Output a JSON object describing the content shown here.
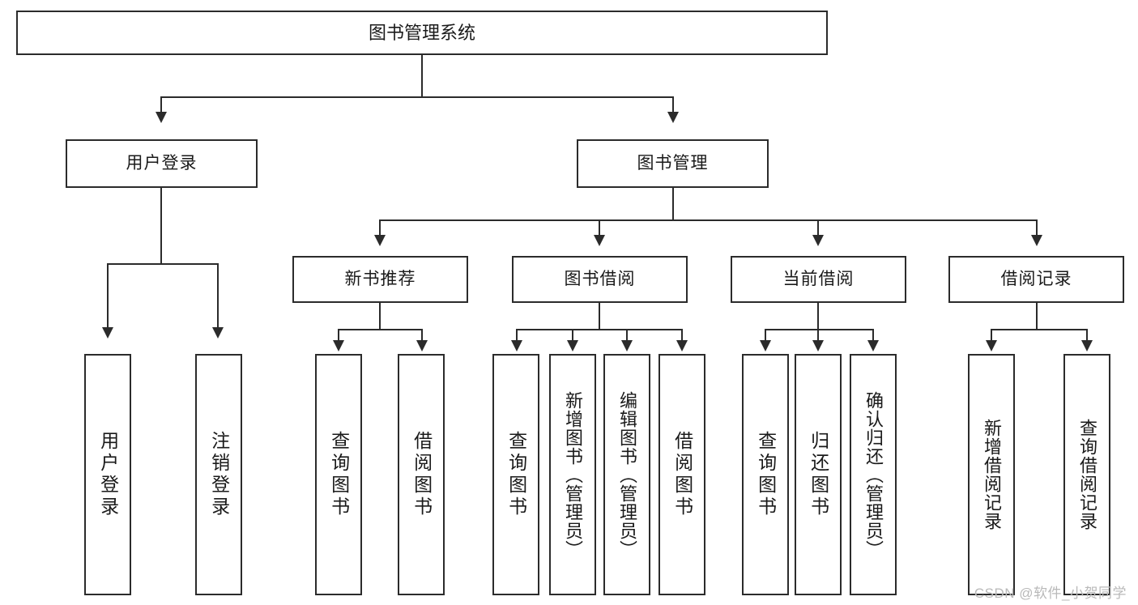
{
  "diagram": {
    "title": "图书管理系统",
    "watermark": "CSDN @软件_小贺同学",
    "root": {
      "label": "图书管理系统"
    },
    "level2": [
      {
        "label": "用户登录"
      },
      {
        "label": "图书管理"
      }
    ],
    "level3": [
      {
        "label": "新书推荐"
      },
      {
        "label": "图书借阅"
      },
      {
        "label": "当前借阅"
      },
      {
        "label": "借阅记录"
      }
    ],
    "leaves": {
      "user_login": [
        {
          "label": "用户登录"
        },
        {
          "label": "注销登录"
        }
      ],
      "new_book_recommend": [
        {
          "label": "查询图书"
        },
        {
          "label": "借阅图书"
        }
      ],
      "book_borrow": [
        {
          "label": "查询图书"
        },
        {
          "label": "新增图书（管理员）"
        },
        {
          "label": "编辑图书（管理员）"
        },
        {
          "label": "借阅图书"
        }
      ],
      "current_borrow": [
        {
          "label": "查询图书"
        },
        {
          "label": "归还图书"
        },
        {
          "label": "确认归还（管理员）"
        }
      ],
      "borrow_record": [
        {
          "label": "新增借阅记录"
        },
        {
          "label": "查询借阅记录"
        }
      ]
    }
  },
  "colors": {
    "stroke": "#2b2b2b",
    "fill": "#ffffff",
    "text": "#1a1a1a",
    "watermark": "#b9b9b9"
  }
}
